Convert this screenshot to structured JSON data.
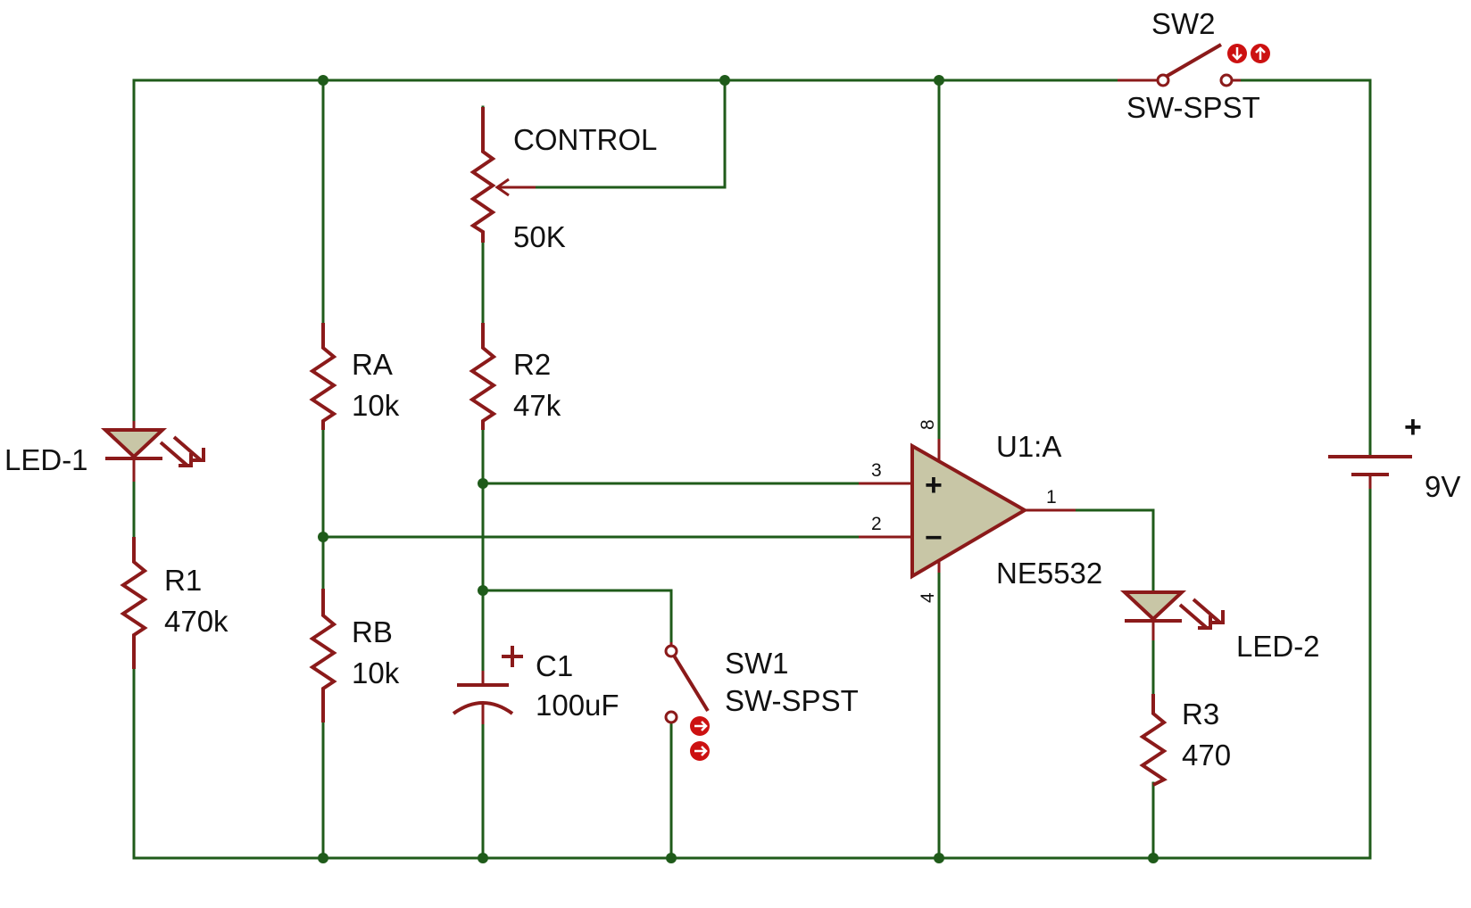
{
  "colors": {
    "wire": "#1f5b1a",
    "component": "#8b1a1a",
    "opamp_fill": "#c8c6a6",
    "led_fill": "#c8c6a6",
    "switch_indicator": "#cc1111"
  },
  "labels": {
    "sw2_name": "SW2",
    "sw2_type": "SW-SPST",
    "control": "CONTROL",
    "pot_value": "50K",
    "ra_name": "RA",
    "ra_value": "10k",
    "r2_name": "R2",
    "r2_value": "47k",
    "led1": "LED-1",
    "r1_name": "R1",
    "r1_value": "470k",
    "rb_name": "RB",
    "rb_value": "10k",
    "c1_name": "C1",
    "c1_value": "100uF",
    "sw1_name": "SW1",
    "sw1_type": "SW-SPST",
    "u1_name": "U1:A",
    "u1_part": "NE5532",
    "led2": "LED-2",
    "r3_name": "R3",
    "r3_value": "470",
    "battery_value": "9V",
    "battery_plus": "+"
  },
  "pins": {
    "pin8": "8",
    "pin4": "4",
    "pin3": "3",
    "pin2": "2",
    "pin1": "1",
    "plus": "+",
    "minus": "−"
  }
}
